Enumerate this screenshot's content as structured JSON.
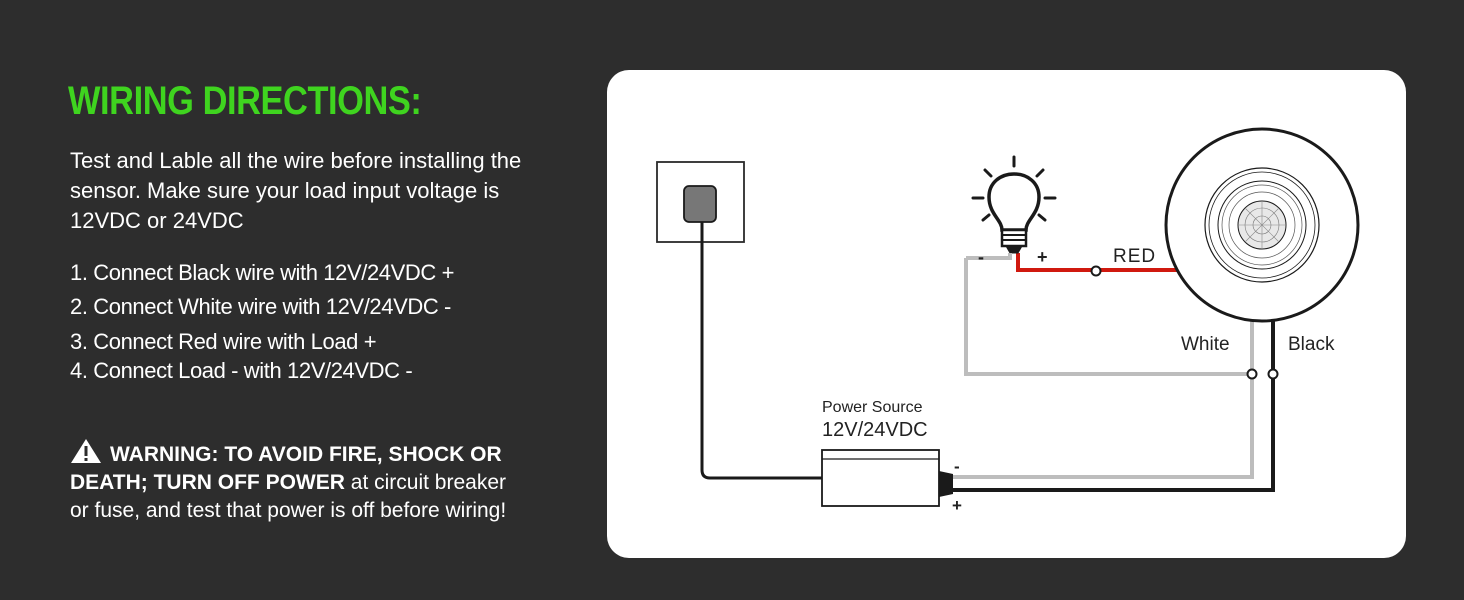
{
  "heading": "WIRING DIRECTIONS:",
  "intro": "Test and Lable all the wire before installing the sensor. Make sure your load input voltage is 12VDC or 24VDC",
  "steps": [
    "1. Connect Black wire with 12V/24VDC +",
    "2. Connect White wire with 12V/24VDC -",
    "3. Connect Red wire with Load +",
    "4. Connect Load - with 12V/24VDC -"
  ],
  "warning": {
    "bold": "WARNING: TO AVOID FIRE, SHOCK OR DEATH; TURN OFF POWER",
    "rest": "at circuit breaker or fuse, and test that power is off before wiring!"
  },
  "diagram": {
    "label_red": "RED",
    "label_white": "White",
    "label_black": "Black",
    "bulb_minus": "-",
    "bulb_plus": "+",
    "power_source_title": "Power Source",
    "power_source_voltage": "12V/24VDC",
    "supply_minus": "-",
    "supply_plus": "+"
  },
  "colors": {
    "background": "#2d2d2d",
    "heading": "#3fd41f",
    "panel": "#ffffff",
    "wire_red": "#d0190f",
    "wire_white": "#bdbdbd",
    "wire_black": "#1a1a1a"
  },
  "icons": [
    "warning-icon",
    "light-bulb-icon",
    "wall-switch-icon",
    "motion-sensor-icon",
    "power-supply-icon"
  ]
}
